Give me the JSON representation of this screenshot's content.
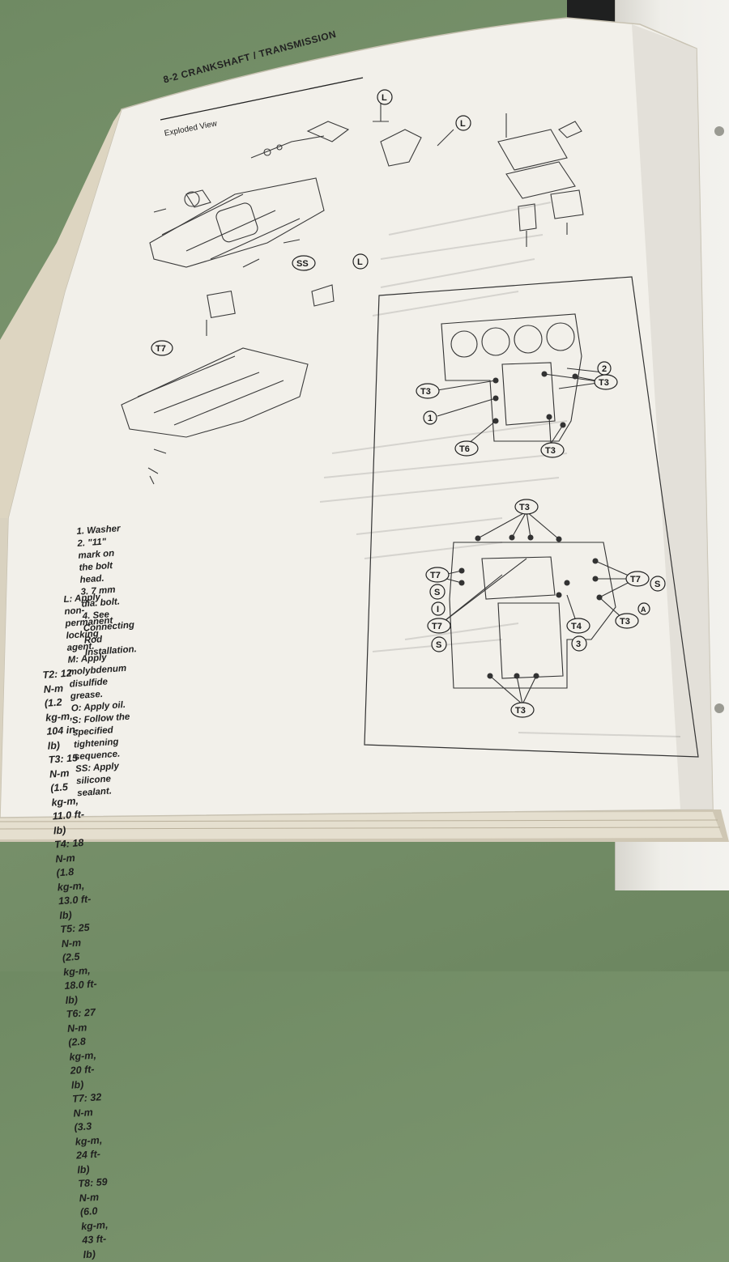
{
  "page": {
    "header": "8-2 CRANKSHAFT / TRANSMISSION",
    "subheader": "Exploded View",
    "legend": {
      "numbered": [
        "1. Washer",
        "2. \"11\" mark on the bolt head.",
        "3. 7 mm dia. bolt.",
        "4. See Connecting Rod Installation."
      ],
      "letters": [
        "L: Apply non-permanent locking agent.",
        "M: Apply molybdenum disulfide grease.",
        "O: Apply oil.",
        "S: Follow the specified tightening sequence.",
        "SS: Apply silicone sealant."
      ],
      "torques": [
        "T2: 12 N-m (1.2 kg-m, 104 in-lb)",
        "T3: 15 N-m (1.5 kg-m, 11.0 ft-lb)",
        "T4: 18 N-m (1.8 kg-m, 13.0 ft-lb)",
        "T5: 25 N-m (2.5 kg-m, 18.0 ft-lb)",
        "T6: 27 N-m (2.8 kg-m, 20 ft-lb)",
        "T7: 32 N-m (3.3 kg-m, 24 ft-lb)",
        "T8: 59 N-m (6.0 kg-m, 43 ft-lb)"
      ]
    },
    "callouts": {
      "L1": "L",
      "L2": "L",
      "L3": "L",
      "SS": "SS",
      "T7_left": "T7",
      "upper_T3_left": "T3",
      "upper_1": "1",
      "upper_2": "2",
      "upper_T3_right": "T3",
      "upper_T6": "T6",
      "upper_T3_bottom": "T3",
      "lower_T3_top": "T3",
      "lower_T7_left": "T7",
      "lower_S_left": "S",
      "lower_I": "I",
      "lower_T7_mid": "T7",
      "lower_S_mid": "S",
      "lower_T7_right": "T7",
      "lower_S_right": "S",
      "lower_A": "A",
      "lower_T3_right": "T3",
      "lower_T4": "T4",
      "lower_3": "3",
      "lower_T3_bottom": "T3"
    }
  }
}
